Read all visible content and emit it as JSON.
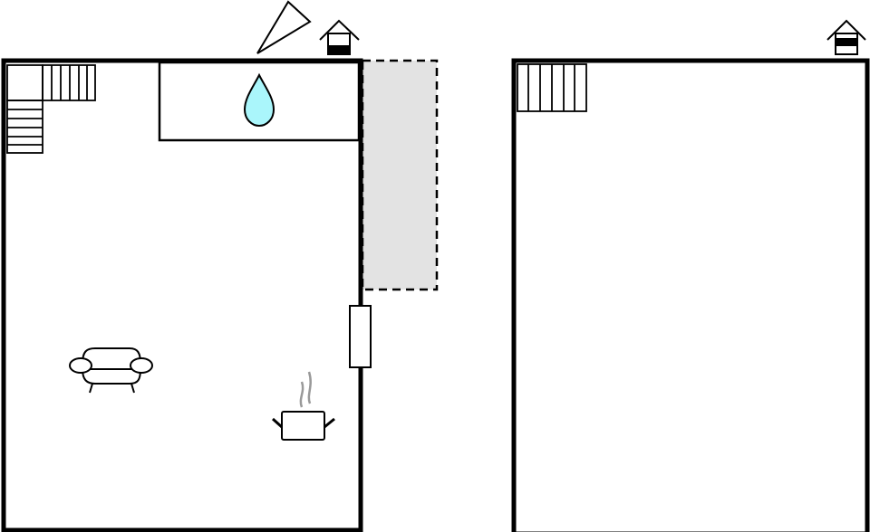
{
  "plan": {
    "floors": [
      {
        "id": "ground-floor",
        "rooms": [
          "living-area",
          "bathroom",
          "kitchen",
          "staircase"
        ],
        "icons": [
          "sofa-icon",
          "water-drop-icon",
          "cooking-pot-icon",
          "stairs-icon",
          "house-entrance-icon",
          "compass-pointer-icon"
        ],
        "extras": [
          "terrace"
        ]
      },
      {
        "id": "upper-floor",
        "rooms": [
          "open-room",
          "staircase"
        ],
        "icons": [
          "stairs-icon",
          "house-entrance-icon"
        ]
      }
    ],
    "colors": {
      "wall": "#000000",
      "water_drop": "#aaf6fb",
      "terrace_fill": "#e3e3e3",
      "steam": "#999999"
    }
  }
}
